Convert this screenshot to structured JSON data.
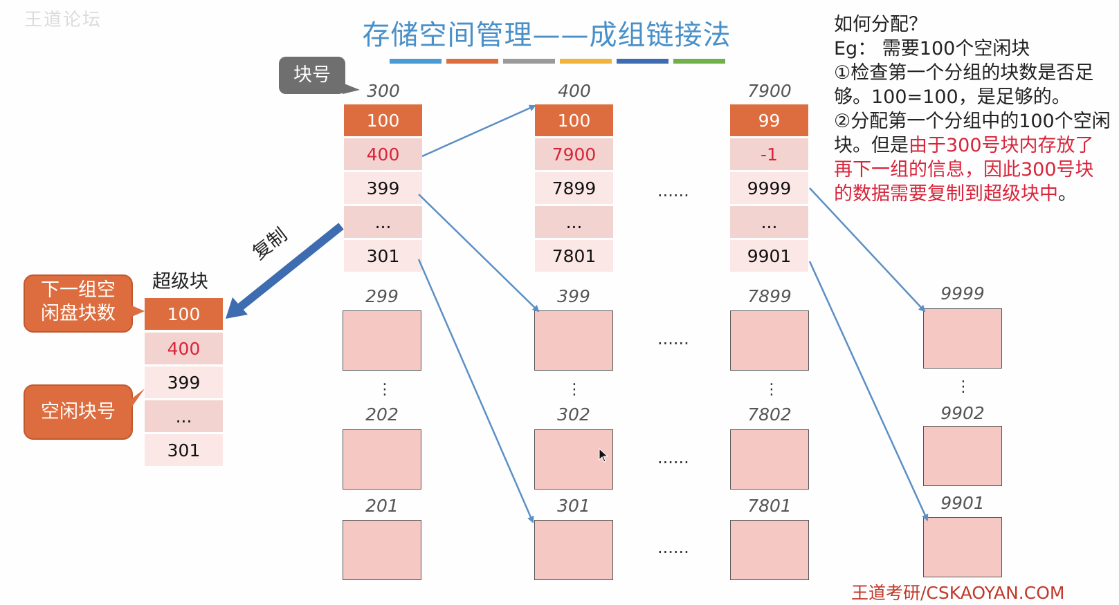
{
  "watermark": "王道论坛",
  "title": "存储空间管理——成组链接法",
  "colors": {
    "orange": "#dd6c3e",
    "arrow": "#5b8fc4",
    "red": "#d8243a",
    "title": "#4a90c8",
    "strips": [
      "#4a9ad4",
      "#dd6c3e",
      "#9a9a9a",
      "#f0b43c",
      "#3d6cb0",
      "#6fb04a"
    ]
  },
  "callouts": {
    "block_no": "块号",
    "next_group": [
      "下一组空",
      "闲盘块数"
    ],
    "free_block_no": "空闲块号",
    "copy": "复制"
  },
  "super_block": {
    "label": "超级块",
    "cells": [
      "100",
      "400",
      "399",
      "...",
      "301"
    ]
  },
  "group_tables": [
    {
      "block": "300",
      "cells": [
        "100",
        "400",
        "399",
        "...",
        "301"
      ]
    },
    {
      "block": "400",
      "cells": [
        "100",
        "7900",
        "7899",
        "...",
        "7801"
      ]
    },
    {
      "block": "7900",
      "cells": [
        "99",
        "-1",
        "9999",
        "...",
        "9901"
      ]
    }
  ],
  "block_columns": [
    {
      "labels": [
        "299",
        "202",
        "201"
      ]
    },
    {
      "labels": [
        "399",
        "302",
        "301"
      ]
    },
    {
      "labels": [
        "7899",
        "7802",
        "7801"
      ]
    },
    {
      "labels": [
        "9999",
        "9902",
        "9901"
      ]
    }
  ],
  "dots": "......",
  "vdots": "⋮",
  "explanation": {
    "line1": "如何分配？",
    "line2": "Eg： 需要100个空闲块",
    "step1": "①检查第一个分组的块数是否足够。100=100，是足够的。",
    "step2_black": "②分配第一个分组中的100个空闲块。但是",
    "step2_red": "由于300号块内存放了再下一组的信息，因此300号块的数据需要复制到超级块中",
    "step2_end": "。"
  },
  "footer": "王道考研/CSKAOYAN.COM"
}
